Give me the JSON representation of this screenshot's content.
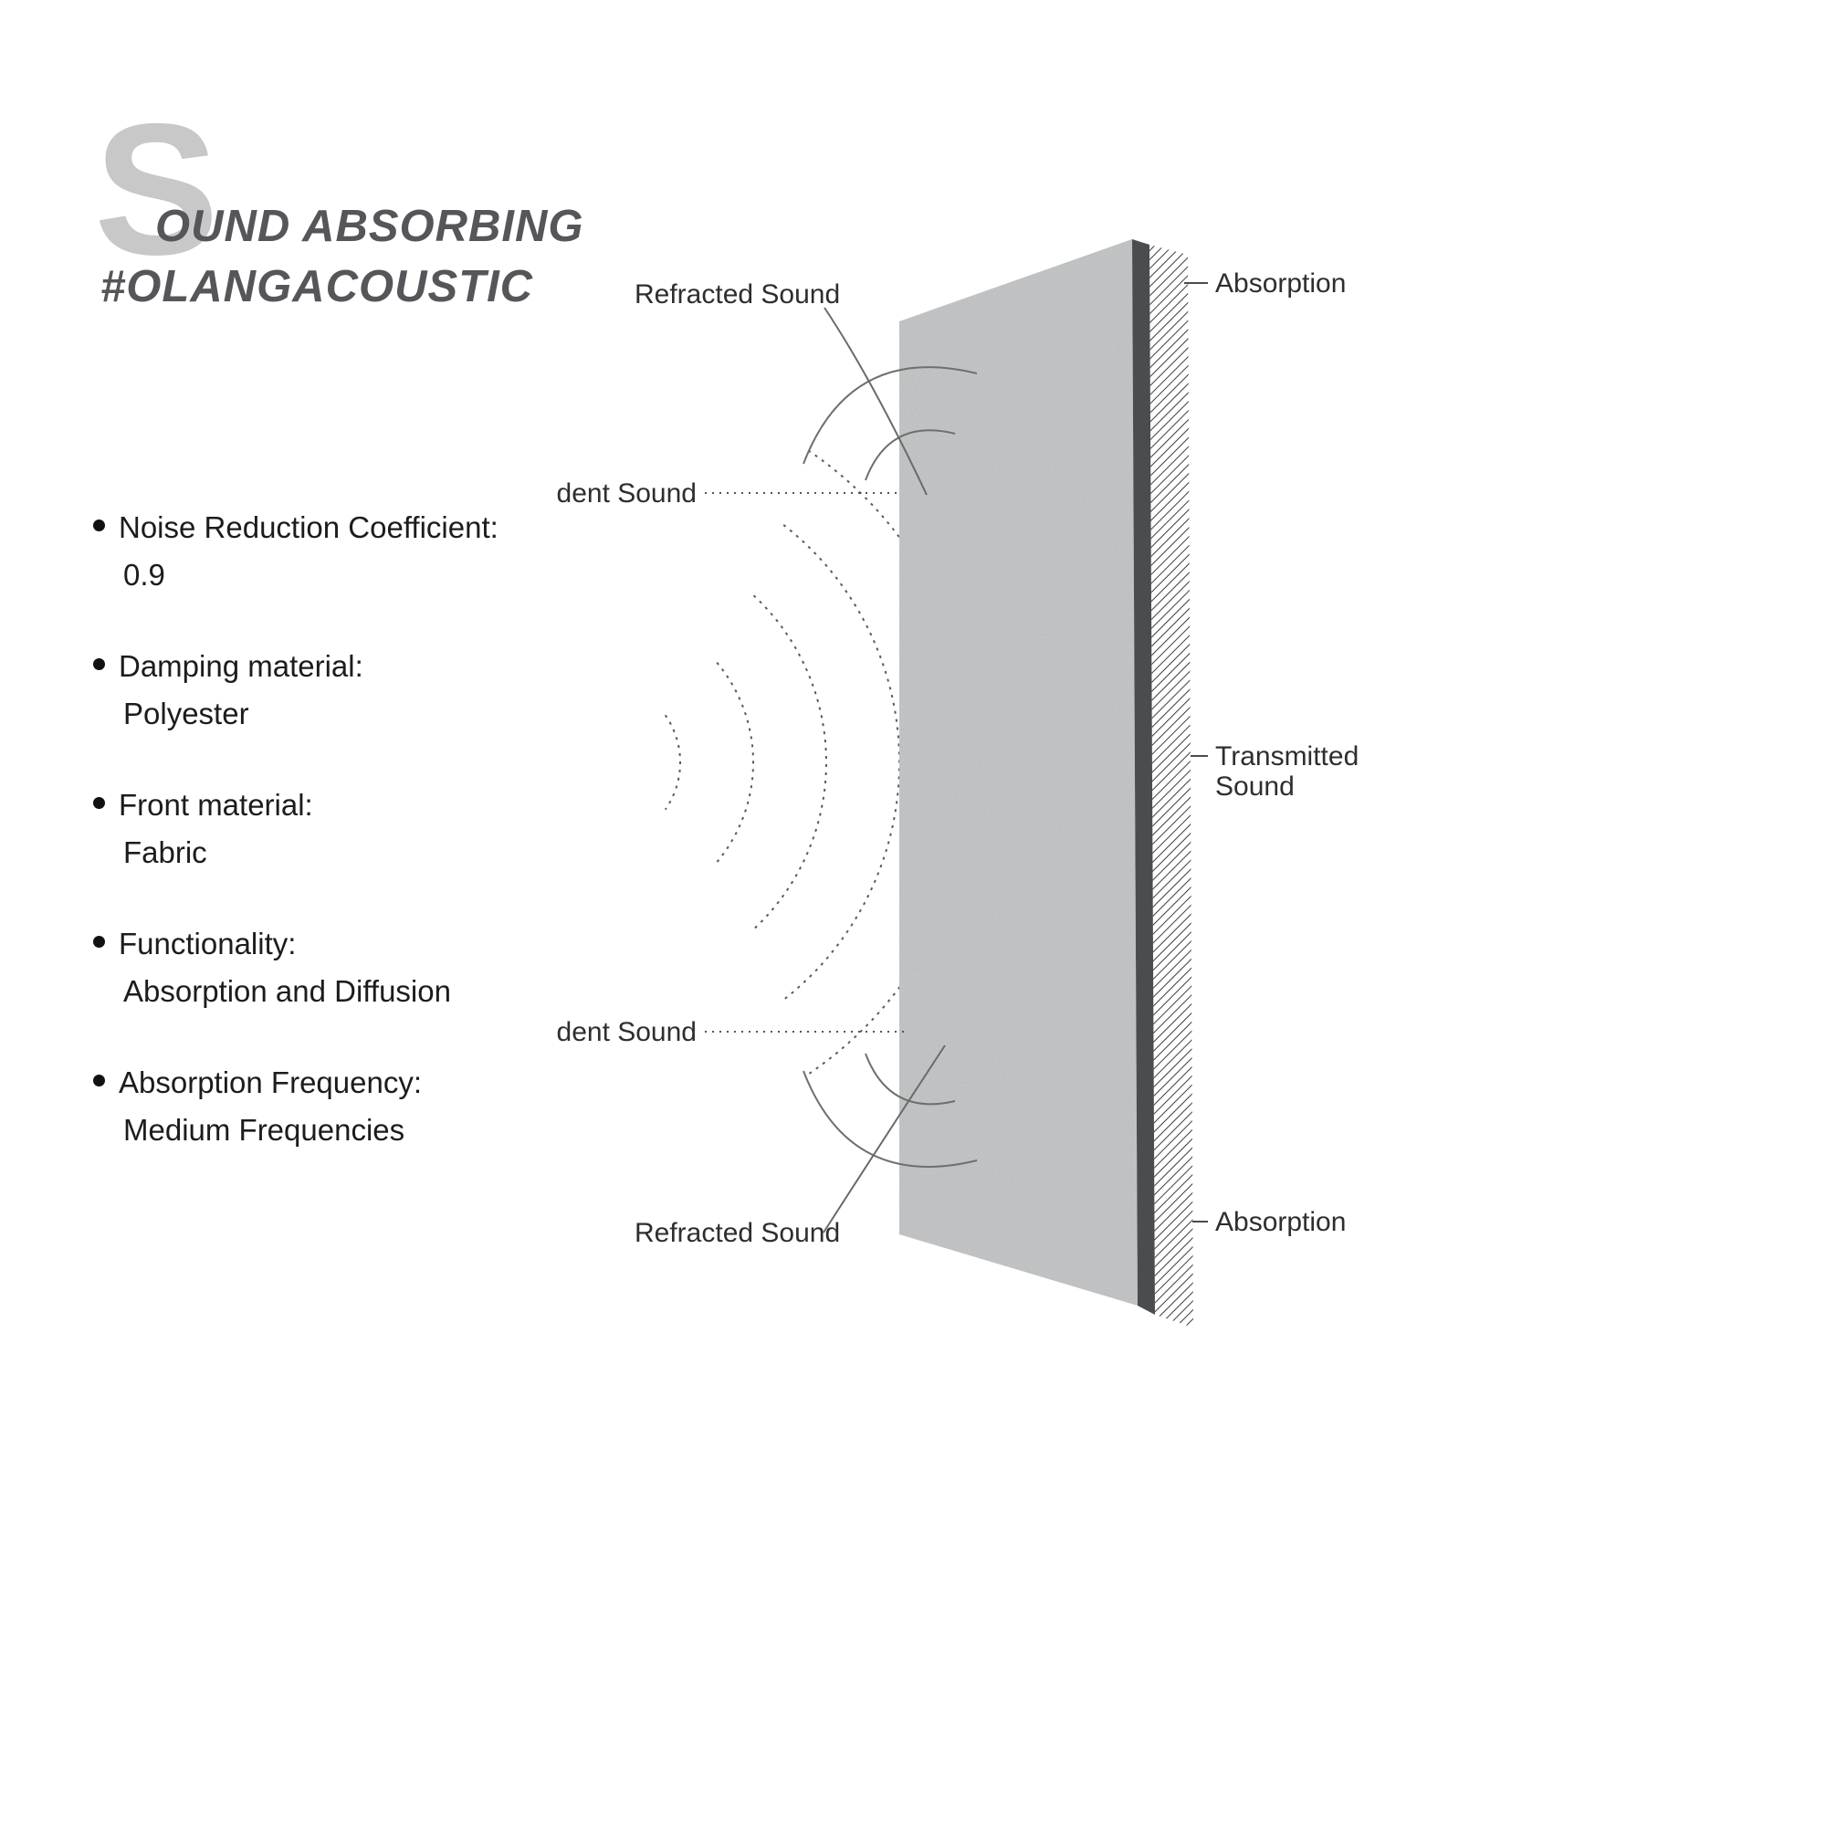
{
  "title": {
    "initial": "S",
    "main": "OUND ABSORBING",
    "hashtag": "#OLANGACOUSTIC"
  },
  "specs": [
    {
      "label": "Noise Reduction Coefficient:",
      "value": "0.9"
    },
    {
      "label": "Damping material:",
      "value": "Polyester"
    },
    {
      "label": "Front material:",
      "value": "Fabric"
    },
    {
      "label": "Functionality:",
      "value": "Absorption and Diffusion"
    },
    {
      "label": "Absorption Frequency:",
      "value": "Medium Frequencies"
    }
  ],
  "diagram": {
    "labels": {
      "refracted_top": "Refracted Sound",
      "incident_top": "dent Sound",
      "incident_bottom": "dent Sound",
      "refracted_bottom": "Refracted Sound",
      "absorption_top": "Absorption",
      "transmitted_line1": "Transmitted",
      "transmitted_line2": "Sound",
      "absorption_bottom": "Absorption"
    },
    "colors": {
      "panel_face": "#c9cccd",
      "panel_edge": "#4a4c4e",
      "title_accent": "#c8c8c8",
      "title_text": "#55565a"
    }
  }
}
